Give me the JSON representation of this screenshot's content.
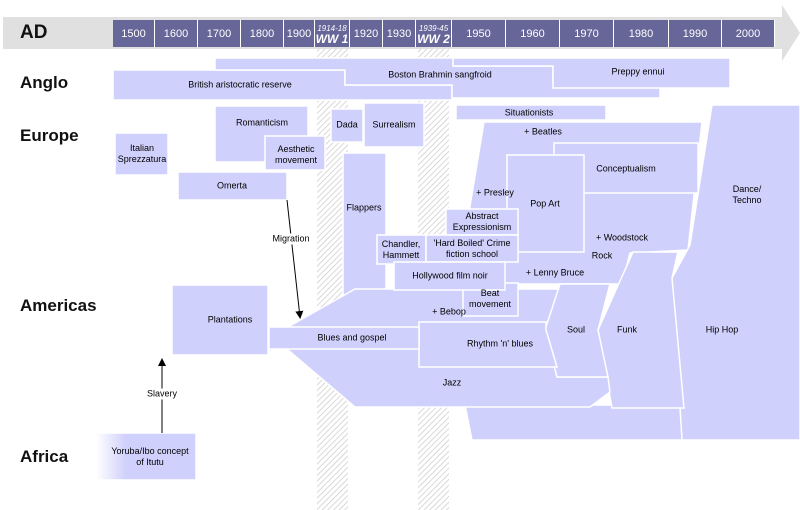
{
  "header": {
    "era": "AD",
    "years": [
      "1500",
      "1600",
      "1700",
      "1800",
      "1900"
    ],
    "ww1": {
      "years": "1914-18",
      "label": "WW 1"
    },
    "mid": [
      "1920",
      "1930"
    ],
    "ww2": {
      "years": "1939-45",
      "label": "WW 2"
    },
    "late": [
      "1950",
      "1960",
      "1970",
      "1980",
      "1990",
      "2000"
    ]
  },
  "regions": {
    "anglo": "Anglo",
    "europe": "Europe",
    "americas": "Americas",
    "africa": "Africa"
  },
  "movements": {
    "british": "British aristocratic reserve",
    "boston": "Boston Brahmin sangfroid",
    "preppy": "Preppy ennui",
    "italian": "Italian Sprezzatura",
    "romanticism": "Romanticism",
    "aesthetic": "Aesthetic movement",
    "omerta": "Omerta",
    "dada": "Dada",
    "surrealism": "Surrealism",
    "flappers": "Flappers",
    "situationists": "Situationists",
    "beatles": "+ Beatles",
    "conceptualism": "Conceptualism",
    "presley": "+ Presley",
    "popart": "Pop Art",
    "abstract": "Abstract Expressionism",
    "chandler": "Chandler, Hammett",
    "hardboiled": "'Hard Boiled' Crime fiction school",
    "noir": "Hollywood film noir",
    "woodstock": "+ Woodstock",
    "rock": "Rock",
    "lenny": "+ Lenny Bruce",
    "beat": "Beat movement",
    "bebop": "+ Bebop",
    "blues": "Blues and gospel",
    "rnb": "Rhythm 'n' blues",
    "soul": "Soul",
    "funk": "Funk",
    "hiphop": "Hip Hop",
    "dance": "Dance/ Techno",
    "jazz": "Jazz",
    "plantations": "Plantations",
    "yoruba": "Yoruba/Ibo concept of Itutu"
  },
  "arrows": {
    "migration": "Migration",
    "slavery": "Slavery"
  },
  "colors": {
    "fill": "#d0d0fc",
    "year": "#666699",
    "band": "#e0e0e0"
  }
}
